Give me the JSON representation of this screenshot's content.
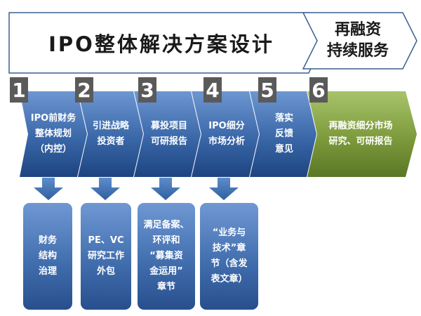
{
  "header": {
    "title": "IPO整体解决方案设计",
    "side_lines": [
      "再融资",
      "持续服务"
    ]
  },
  "steps": [
    {
      "number": "1",
      "lines": [
        "IPO前财务",
        "整体规划",
        "（内控）"
      ]
    },
    {
      "number": "2",
      "lines": [
        "引进战略",
        "投资者"
      ]
    },
    {
      "number": "3",
      "lines": [
        "募投项目",
        "可研报告"
      ]
    },
    {
      "number": "4",
      "lines": [
        "IPO细分",
        "市场分析"
      ]
    },
    {
      "number": "5",
      "lines": [
        "落实",
        "反馈",
        "意见"
      ]
    },
    {
      "number": "6",
      "lines": [
        "再融资细分市场",
        "研究、可研报告"
      ]
    }
  ],
  "boxes": [
    {
      "lines": [
        "财务",
        "结构",
        "治理"
      ]
    },
    {
      "lines": [
        "PE、VC",
        "研究工作",
        "外包"
      ]
    },
    {
      "lines": [
        "满足备案、",
        "环评和",
        "“募集资",
        "金运用”",
        "章节"
      ]
    },
    {
      "lines": [
        "“业务与",
        "技术”章",
        "节（含发",
        "表文章）"
      ]
    }
  ],
  "colors": {
    "step_blue_light": "#5b86c4",
    "step_blue_dark": "#1f4a87",
    "step_green_light": "#9ab75a",
    "step_green_dark": "#5f7d28",
    "arrow_blue": "#3f73b7",
    "badge_gray": "#5a5a5a"
  }
}
